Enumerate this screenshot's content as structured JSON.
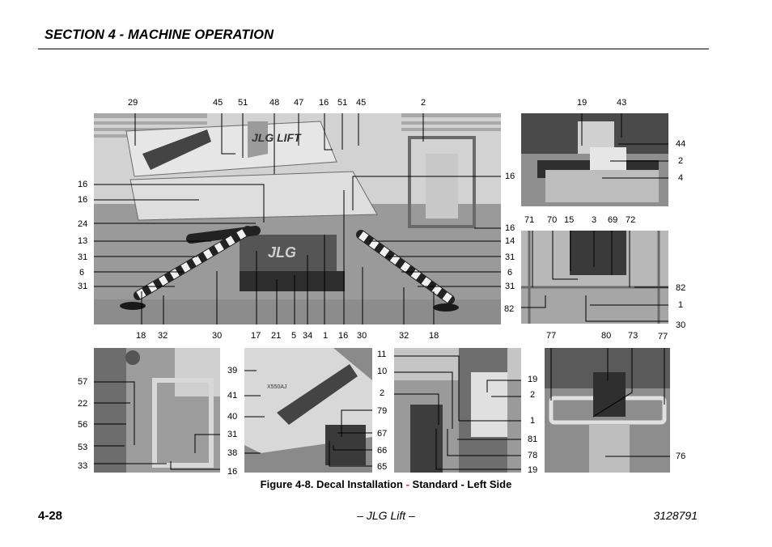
{
  "header": {
    "section_title": "SECTION 4 - MACHINE OPERATION"
  },
  "figure": {
    "caption_prefix": "Figure 4-8. Decal Installation ",
    "caption_dash": "-",
    "caption_suffix": " Standard - Left Side",
    "photo_main": {
      "top_labels": [
        "29",
        "45",
        "51",
        "48",
        "47",
        "16",
        "51",
        "45",
        "2"
      ],
      "left_labels": [
        "16",
        "16",
        "24",
        "13",
        "31",
        "6",
        "31"
      ],
      "right_labels": [
        "16",
        "16",
        "14",
        "31",
        "6",
        "31"
      ],
      "bottom_labels": [
        "18",
        "32",
        "30",
        "17",
        "21",
        "5",
        "34",
        "1",
        "16",
        "30",
        "32",
        "18"
      ],
      "decal_text": "JLG LIFT"
    },
    "photo_top_right": {
      "top_labels": [
        "19",
        "43"
      ],
      "right_labels": [
        "44",
        "2",
        "4"
      ]
    },
    "photo_mid_right": {
      "top_labels": [
        "71",
        "70",
        "15",
        "3",
        "69",
        "72"
      ],
      "right_labels": [
        "82",
        "1",
        "30"
      ],
      "left_labels": [
        "82"
      ]
    },
    "photo_bottom_1": {
      "left_labels": [
        "57",
        "22",
        "56",
        "53",
        "33"
      ],
      "right_labels": [
        "31",
        "16"
      ]
    },
    "photo_bottom_2": {
      "left_labels": [
        "39",
        "41",
        "40",
        "38"
      ],
      "right_labels": [
        "79",
        "67",
        "66",
        "65"
      ],
      "model_text": "X550AJ"
    },
    "photo_bottom_3": {
      "left_labels": [
        "11",
        "10",
        "2"
      ],
      "right_labels": [
        "19",
        "2",
        "1",
        "81",
        "78",
        "19"
      ]
    },
    "photo_bottom_4": {
      "top_labels": [
        "77",
        "80",
        "73",
        "77"
      ],
      "right_labels": [
        "76"
      ]
    }
  },
  "footer": {
    "page_number": "4-28",
    "center_text": "– JLG Lift –",
    "doc_number": "3128791"
  }
}
